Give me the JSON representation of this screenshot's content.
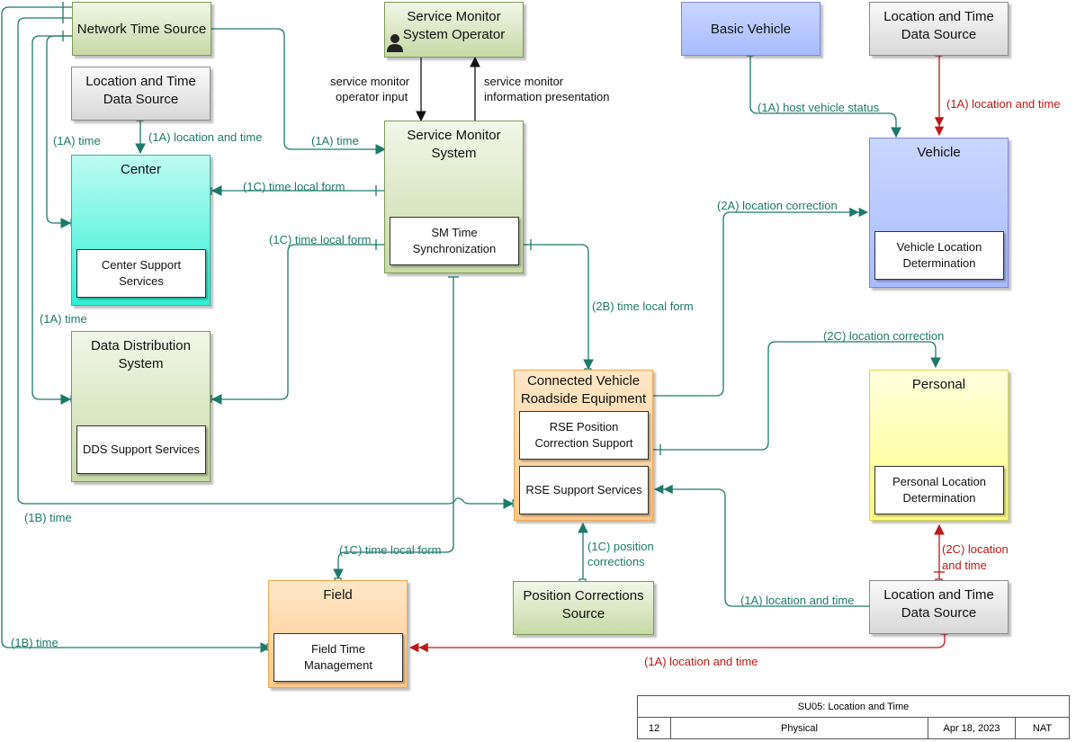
{
  "boxes": {
    "network_time_source": "Network Time Source",
    "sm_operator": "Service Monitor System Operator",
    "basic_vehicle": "Basic Vehicle",
    "lt_source_top_right": "Location and Time Data Source",
    "lt_source_left": "Location and Time Data Source",
    "service_monitor_system": "Service Monitor System",
    "sm_time_sync": "SM Time Synchronization",
    "center": "Center",
    "center_support": "Center Support Services",
    "vehicle": "Vehicle",
    "vehicle_location": "Vehicle Location Determination",
    "data_distribution": "Data Distribution System",
    "dds_support": "DDS Support Services",
    "cv_rse": "Connected Vehicle Roadside Equipment",
    "rse_position": "RSE Position Correction Support",
    "rse_support": "RSE Support Services",
    "personal": "Personal",
    "personal_location": "Personal Location Determination",
    "field": "Field",
    "field_time": "Field Time Management",
    "position_corrections_source": "Position Corrections Source",
    "lt_source_bottom_right": "Location and Time Data Source"
  },
  "flows": {
    "sm_operator_input_1": "service monitor",
    "sm_operator_input_2": "operator input",
    "sm_info_pres_1": "service monitor",
    "sm_info_pres_2": "information presentation",
    "f1a_host_vehicle": "(1A) host vehicle status",
    "f1a_loc_time_vehicle": "(1A) location and time",
    "f1a_time_center": "(1A) time",
    "f1a_loc_time_center": "(1A) location and time",
    "f1a_time_sms": "(1A) time",
    "f1c_center": "(1C) time local form",
    "f2a_loc_corr": "(2A) location correction",
    "f1c_dds": "(1C) time local form",
    "f2b_time_local": "(2B) time local form",
    "f1a_time_dds": "(1A) time",
    "f2c_loc_corr": "(2C) location correction",
    "f1b_time_rse": "(1B) time",
    "f1c_position_1": "(1C) position",
    "f1c_position_2": "corrections",
    "f1c_field": "(1C) time local form",
    "f2c_loc_time_1": "(2C) location",
    "f2c_loc_time_2": "and time",
    "f1a_loc_time_rse": "(1A) location and time",
    "f1b_time_field": "(1B) time",
    "f1a_loc_time_field": "(1A) location and time"
  },
  "legend": {
    "title": "SU05: Location and Time",
    "number": "12",
    "view": "Physical",
    "date": "Apr 18, 2023",
    "scope": "NAT"
  },
  "colors": {
    "flow_green": "#1d7a6a",
    "flow_red": "#c01818",
    "flow_black": "#111111"
  }
}
